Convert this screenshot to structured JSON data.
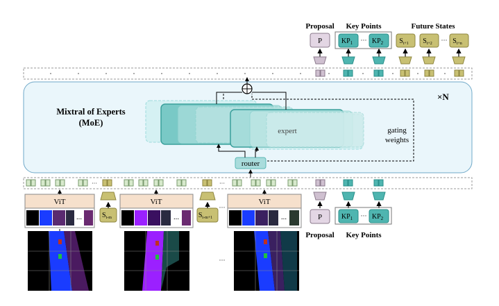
{
  "labels": {
    "proposal_top": "Proposal",
    "keypoints_top": "Key Points",
    "future_states": "Future States",
    "moe_title_line1": "Mixtral of Experts",
    "moe_title_line2": "(MoE)",
    "times_n": "×N",
    "expert": "expert",
    "gating_line1": "gating",
    "gating_line2": "weights",
    "router": "router",
    "vit": "ViT",
    "proposal_bottom": "Proposal",
    "keypoints_bottom": "Key Points",
    "ellipsis": "···"
  },
  "tokens": {
    "p": "P",
    "kp1_base": "KP",
    "kp1_sub": "1",
    "kp2_base": "KP",
    "kp2_sub": "2",
    "s_base": "S",
    "s_t1_sub": "t+1",
    "s_t2_sub": "t+2",
    "s_tn_sub": "t+n",
    "s_tm_sub": "t-m",
    "s_tm1_sub": "t-m+1"
  },
  "colors": {
    "teal": "#4fb5b0",
    "teal_dark": "#2a8f8a",
    "olive": "#c8c073",
    "olive_dark": "#8e8640",
    "mauve": "#cfc0d0",
    "mauve_dark": "#8b7a8c",
    "moe_bg": "#eaf6fb",
    "vit_bg": "#f6e0cc",
    "router_bg": "#a9dcdc"
  }
}
